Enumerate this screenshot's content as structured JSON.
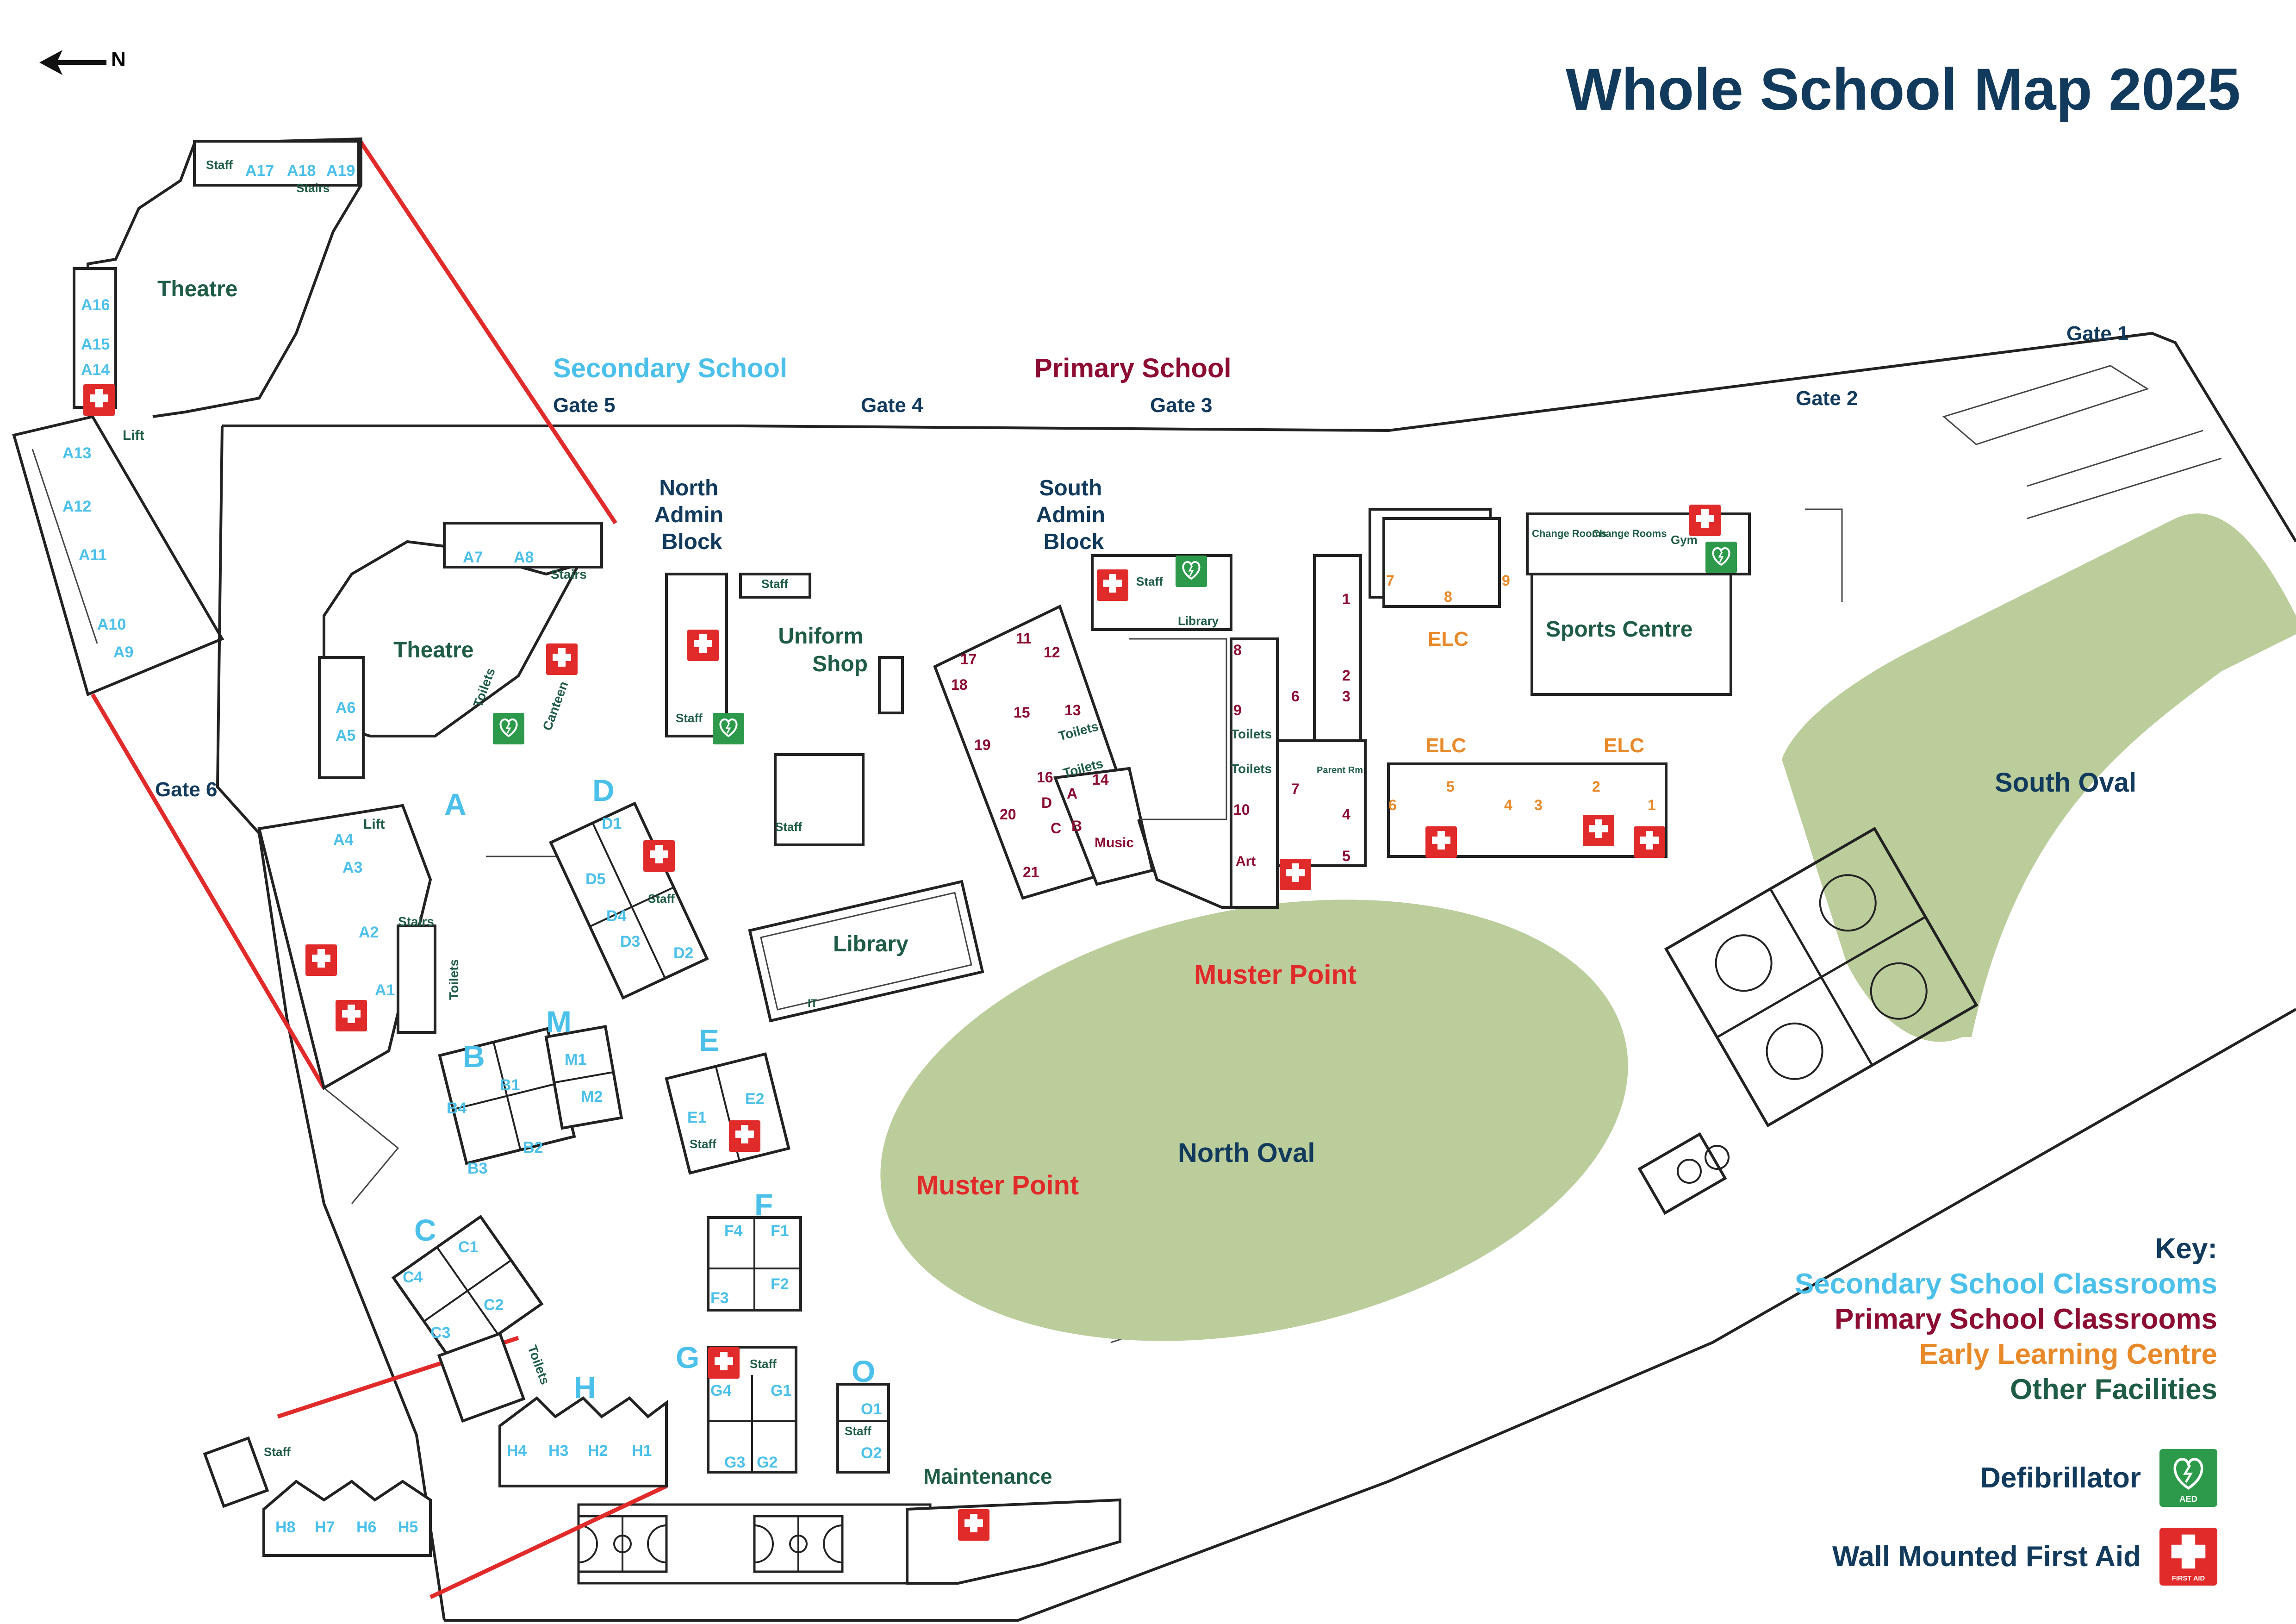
{
  "title": "Whole School Map 2025",
  "north_label": "N",
  "colors": {
    "secondary": "#4bc0ea",
    "primary": "#8c0c32",
    "elc": "#e88a2a",
    "other": "#1f5c45",
    "navy": "#123a5c",
    "muster": "#e12a2a",
    "oval": "#bccd9c"
  },
  "areas": {
    "secondary_school": "Secondary School",
    "primary_school": "Primary School",
    "north_oval": "North Oval",
    "south_oval": "South Oval",
    "muster_point_1": "Muster Point",
    "muster_point_2": "Muster Point"
  },
  "gates": [
    "Gate 1",
    "Gate 2",
    "Gate 3",
    "Gate 4",
    "Gate 5",
    "Gate 6"
  ],
  "buildings": {
    "theatre_top": "Theatre",
    "theatre_main": "Theatre",
    "north_admin": [
      "North",
      "Admin",
      "Block"
    ],
    "south_admin": [
      "South",
      "Admin",
      "Block"
    ],
    "uniform_shop": [
      "Uniform",
      "Shop"
    ],
    "library_main": "Library",
    "library_small": "Library",
    "sports_centre": "Sports Centre",
    "maintenance": "Maintenance",
    "elc_1": "ELC",
    "elc_2": "ELC",
    "elc_3": "ELC",
    "canteen": "Canteen",
    "music": "Music",
    "art": "Art",
    "gym": "Gym",
    "change_rooms": "Change Rooms",
    "parent_rm": "Parent Rm",
    "it": "IT",
    "lift": "Lift",
    "stairs": "Stairs",
    "toilets": "Toilets",
    "staff": "Staff"
  },
  "block_letters": [
    "A",
    "B",
    "C",
    "D",
    "E",
    "F",
    "G",
    "H",
    "M",
    "O"
  ],
  "secondary_rooms": {
    "A": [
      "A1",
      "A2",
      "A3",
      "A4",
      "A5",
      "A6",
      "A7",
      "A8",
      "A9",
      "A10",
      "A11",
      "A12",
      "A13",
      "A14",
      "A15",
      "A16",
      "A17",
      "A18",
      "A19"
    ],
    "B": [
      "B1",
      "B2",
      "B3",
      "B4"
    ],
    "C": [
      "C1",
      "C2",
      "C3",
      "C4"
    ],
    "D": [
      "D1",
      "D2",
      "D3",
      "D4",
      "D5"
    ],
    "E": [
      "E1",
      "E2"
    ],
    "F": [
      "F1",
      "F2",
      "F3",
      "F4"
    ],
    "G": [
      "G1",
      "G2",
      "G3",
      "G4"
    ],
    "H": [
      "H1",
      "H2",
      "H3",
      "H4",
      "H5",
      "H6",
      "H7",
      "H8"
    ],
    "M": [
      "M1",
      "M2"
    ],
    "O": [
      "O1",
      "O2"
    ]
  },
  "primary_rooms": [
    "1",
    "2",
    "3",
    "4",
    "5",
    "6",
    "7",
    "8",
    "9",
    "10",
    "11",
    "12",
    "13",
    "14",
    "15",
    "16",
    "17",
    "18",
    "19",
    "20",
    "21",
    "A",
    "B",
    "C",
    "D"
  ],
  "elc_rooms": [
    "1",
    "2",
    "3",
    "4",
    "5",
    "6",
    "7",
    "8",
    "9"
  ],
  "aed_label": "AED",
  "first_aid_label": "FIRST AID",
  "key": {
    "heading": "Key:",
    "secondary": "Secondary School Classrooms",
    "primary": "Primary School Classrooms",
    "elc": "Early Learning Centre",
    "other": "Other Facilities",
    "defibrillator": "Defibrillator",
    "first_aid": "Wall Mounted First Aid"
  },
  "icons": [
    "north-arrow-icon",
    "aed-icon",
    "first-aid-icon",
    "basketball-court-icon"
  ]
}
